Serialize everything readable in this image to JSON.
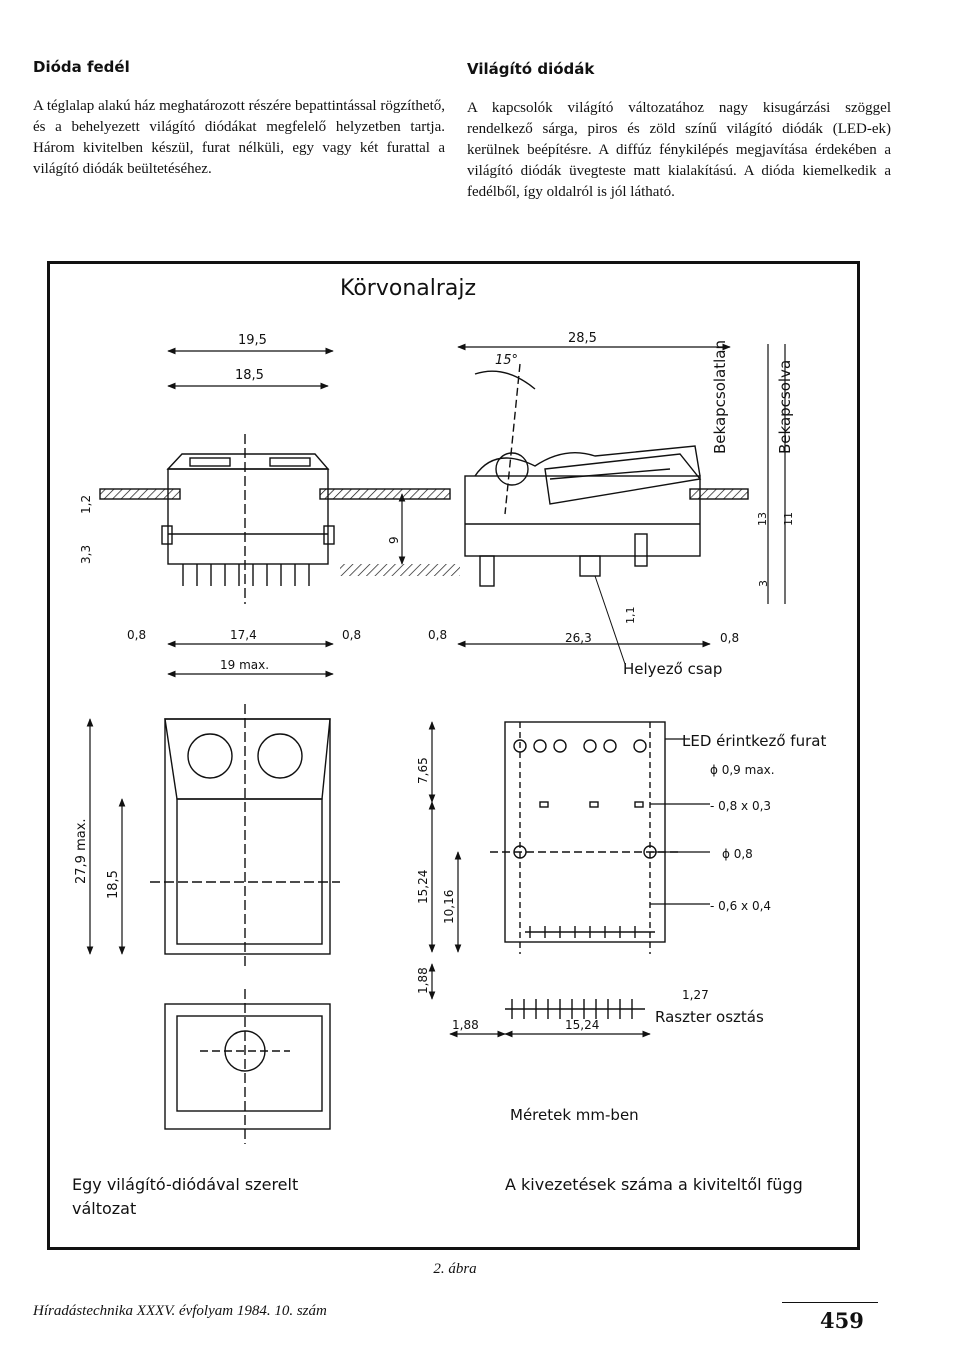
{
  "left_column": {
    "title": "Dióda fedél",
    "text": "A téglalap alakú ház meghatározott részére bepattintással rögzíthető, és a behelyezett világító diódákat megfelelő helyzetben tartja. Három kivitelben készül, furat nélküli, egy vagy két furattal a világító diódák beültetéséhez."
  },
  "right_column": {
    "title": "Világító diódák",
    "text": "A kapcsolók világító változatához nagy kisugárzási szöggel rendelkező sárga, piros és zöld színű világító diódák (LED-ek) kerülnek beépítésre. A diffúz fénykilépés megjavítása érdekében a világító diódák üvegteste matt kialakítású. A dióda kiemelkedik a fedélből, így oldalról is jól látható."
  },
  "figure": {
    "heading": "Körvonalrajz",
    "dimensions": {
      "d19_5": "19,5",
      "d18_5": "18,5",
      "d28_5": "28,5",
      "angle": "15°",
      "d1_2": "1,2",
      "d3_3": "3,3",
      "d9": "9",
      "d0_8_a": "0,8",
      "d17_4": "17,4",
      "d0_8_b": "0,8",
      "d0_8_c": "0,8",
      "d26_3": "26,3",
      "d0_8_d": "0,8",
      "d19max": "19 max.",
      "d1_1": "1,1",
      "d13": "13",
      "d11": "11",
      "d3": "3",
      "d27_9": "27,9 max.",
      "d18_5v": "18,5",
      "d7_65": "7,65",
      "d15_24v": "15,24",
      "d10_16": "10,16",
      "d1_88v": "1,88",
      "d1_88h": "1,88",
      "d15_24h": "15,24",
      "d1_27": "1,27",
      "phi09": "ϕ 0,9 max.",
      "sq08": "- 0,8 x 0,3",
      "phi08": "ϕ 0,8",
      "sq06": "- 0,6 x 0,4"
    },
    "labels": {
      "bekapcsolatlan": "Bekapcsolatlan",
      "bekapcsolva": "Bekapcsolva",
      "helyezo_csap": "Helyező csap",
      "led_furat": "LED érintkező furat",
      "raszter": "Raszter osztás",
      "meretek": "Méretek mm-ben",
      "egy_led_line1": "Egy világító-diódával szerelt",
      "egy_led_line2": "változat",
      "kivezetesek": "A kivezetések száma a kiviteltől függ"
    }
  },
  "caption": "2. ábra",
  "footer": {
    "journal": "Híradástechnika XXXV. évfolyam 1984. 10. szám",
    "page_number": "459"
  }
}
